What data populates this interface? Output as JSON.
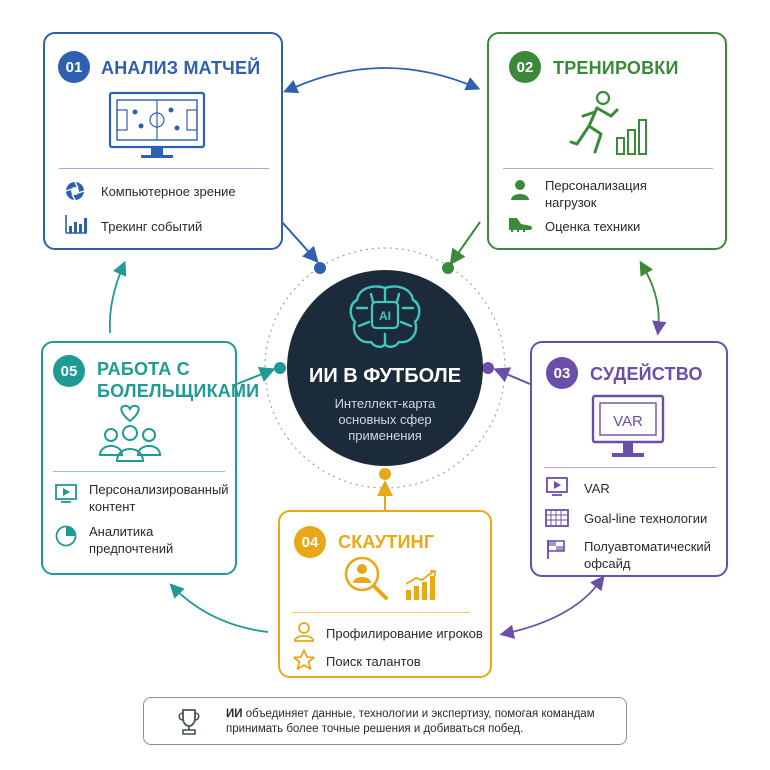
{
  "center": {
    "title": "ИИ В ФУТБОЛЕ",
    "subtitle_lines": [
      "Интеллект-карта",
      "основных сфер",
      "применения"
    ],
    "ai_label": "AI"
  },
  "cards": [
    {
      "num": "01",
      "title": "АНАЛИЗ МАТЧЕЙ",
      "color": "#2f5fb0",
      "items": [
        "Компьютерное зрение",
        "Трекинг событий"
      ]
    },
    {
      "num": "02",
      "title": "ТРЕНИРОВКИ",
      "color": "#3a8a3a",
      "items": [
        "Персонализация нагрузок",
        "Оценка техники"
      ]
    },
    {
      "num": "03",
      "title": "СУДЕЙСТВО",
      "color": "#6b4ea8",
      "items": [
        "VAR",
        "Goal-line технологии",
        "Полуавтоматический офсайд"
      ]
    },
    {
      "num": "04",
      "title": "СКАУТИНГ",
      "color": "#e8a817",
      "items": [
        "Профилирование игроков",
        "Поиск талантов"
      ]
    },
    {
      "num": "05",
      "title": "РАБОТА С БОЛЕЛЬЩИКАМИ",
      "color": "#1f9a94",
      "items": [
        "Персонализированный контент",
        "Аналитика предпочтений"
      ]
    }
  ],
  "card_lines": {
    "c1_item0": "Компьютерное зрение",
    "c1_item1": "Трекинг событий",
    "c2_item0_l1": "Персонализация",
    "c2_item0_l2": "нагрузок",
    "c2_item1": "Оценка техники",
    "c3_item0": "VAR",
    "c3_item1": "Goal-line технологии",
    "c3_item2_l1": "Полуавтоматический",
    "c3_item2_l2": "офсайд",
    "c4_item0": "Профилирование игроков",
    "c4_item1": "Поиск талантов",
    "c5_title_l1": "РАБОТА С",
    "c5_title_l2": "БОЛЕЛЬЩИКАМИ",
    "c5_item0_l1": "Персонализированный",
    "c5_item0_l2": "контент",
    "c5_item1_l1": "Аналитика",
    "c5_item1_l2": "предпочтений"
  },
  "var_screen_label": "VAR",
  "footer": {
    "bold": "ИИ",
    "line1_rest": " объединяет данные, технологии и экспертизу, помогая командам",
    "line2": "принимать более точные решения и добиваться побед.",
    "icon": "trophy-icon"
  },
  "colors": {
    "dark": "#1c2b3a",
    "blue": "#2f5fb0",
    "green": "#3a8a3a",
    "purple": "#6b4ea8",
    "yellow": "#e8a817",
    "teal": "#1f9a94",
    "brain": "#3fc7c0"
  }
}
